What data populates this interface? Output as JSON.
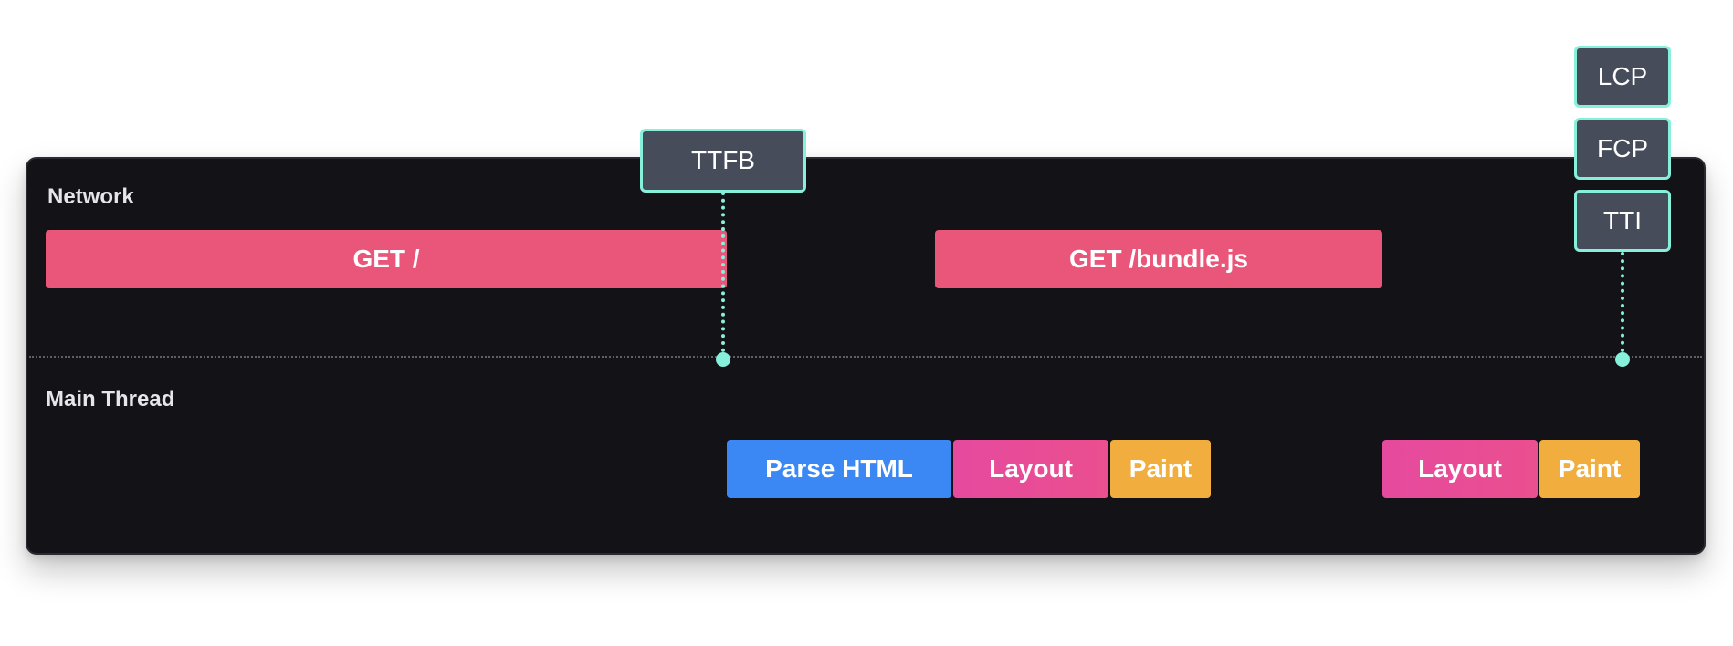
{
  "lanes": {
    "network": "Network",
    "main_thread": "Main Thread"
  },
  "network_requests": [
    {
      "label": "GET /"
    },
    {
      "label": "GET /bundle.js"
    }
  ],
  "main_thread_tasks": [
    {
      "label": "Parse HTML",
      "kind": "parse"
    },
    {
      "label": "Layout",
      "kind": "layout"
    },
    {
      "label": "Paint",
      "kind": "paint"
    },
    {
      "label": "Layout",
      "kind": "layout"
    },
    {
      "label": "Paint",
      "kind": "paint"
    }
  ],
  "markers": {
    "ttfb": "TTFB",
    "lcp": "LCP",
    "fcp": "FCP",
    "tti": "TTI"
  },
  "colors": {
    "panel_background": "#131317",
    "network_bar": "#ea557a",
    "parse_html": "#3b88f5",
    "layout": "#e64a9e",
    "paint": "#f1ae3f",
    "marker_fill": "#464c59",
    "marker_border": "#86f0da"
  }
}
